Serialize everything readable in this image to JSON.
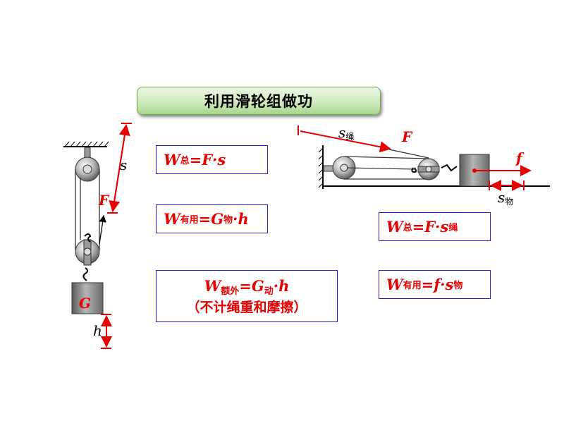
{
  "title": "利用滑轮组做功",
  "left_formulas": {
    "total": {
      "w": "W",
      "sub": "总",
      "expr": "=F·s"
    },
    "useful": {
      "w": "W",
      "sub": "有用",
      "eq": "=G",
      "sub2": "物",
      "tail": "·h"
    },
    "extra": {
      "w": "W",
      "sub": "额外",
      "eq": "=G",
      "sub2": "动",
      "tail": "·h",
      "note": "（不计绳重和摩擦）"
    }
  },
  "right_formulas": {
    "total": {
      "w": "W",
      "sub": "总",
      "expr": "=F·s",
      "sub2": "绳"
    },
    "useful": {
      "w": "W",
      "sub": "有用",
      "expr": "=f·s",
      "sub2": "物"
    }
  },
  "left_diagram": {
    "s": "s",
    "F": "F",
    "G": "G",
    "h": "h"
  },
  "right_diagram": {
    "s": "s",
    "s_sub": "绳",
    "F": "F",
    "f": "f",
    "s2": "s",
    "s2_sub": "物"
  },
  "colors": {
    "red": "#e60000",
    "blue_border": "#1f1fd0",
    "weight": "#7a7a7a"
  }
}
